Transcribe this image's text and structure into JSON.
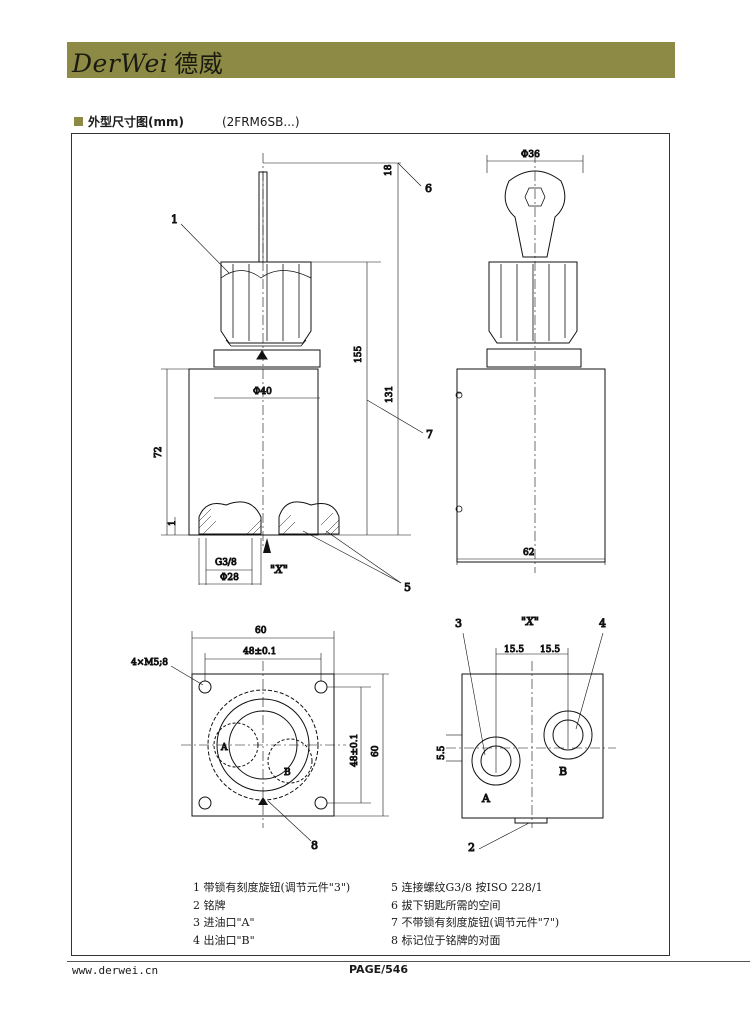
{
  "header": {
    "brand_latin": "DerWei",
    "brand_cn": "德威",
    "bar_color": "#8c8a45"
  },
  "section": {
    "title": "外型尺寸图(mm)",
    "model": "(2FRM6SB...)"
  },
  "dimensions": {
    "top_dia": "Φ36",
    "d18": "18",
    "d155": "155",
    "d131": "131",
    "d72": "72",
    "d1": "1",
    "d40": "Φ40",
    "g38": "G3/8",
    "d28": "Φ28",
    "x_view": "\"X\"",
    "d62": "62",
    "d60_top": "60",
    "d48_top": "48±0.1",
    "d60_side": "60",
    "d48_side": "48±0.1",
    "m5": "4×M5;8",
    "x_title": "\"X\"",
    "d155a": "15.5",
    "d155b": "15.5",
    "d55": "5.5",
    "port_a": "A",
    "port_b": "B",
    "port_a_small": "A",
    "port_b_small": "B"
  },
  "callouts": {
    "c1": "1",
    "c2": "2",
    "c3": "3",
    "c4": "4",
    "c5": "5",
    "c6": "6",
    "c7": "7",
    "c8": "8"
  },
  "legend": {
    "left": [
      "1 带锁有刻度旋钮(调节元件\"3\")",
      "2 铭牌",
      "3 进油口\"A\"",
      "4 出油口\"B\""
    ],
    "right": [
      "5 连接螺纹G3/8 按ISO 228/1",
      "6 拔下钥匙所需的空间",
      "7 不带锁有刻度旋钮(调节元件\"7\")",
      "8 标记位于铭牌的对面"
    ]
  },
  "footer": {
    "url": "www.derwei.cn",
    "page": "PAGE/546"
  }
}
